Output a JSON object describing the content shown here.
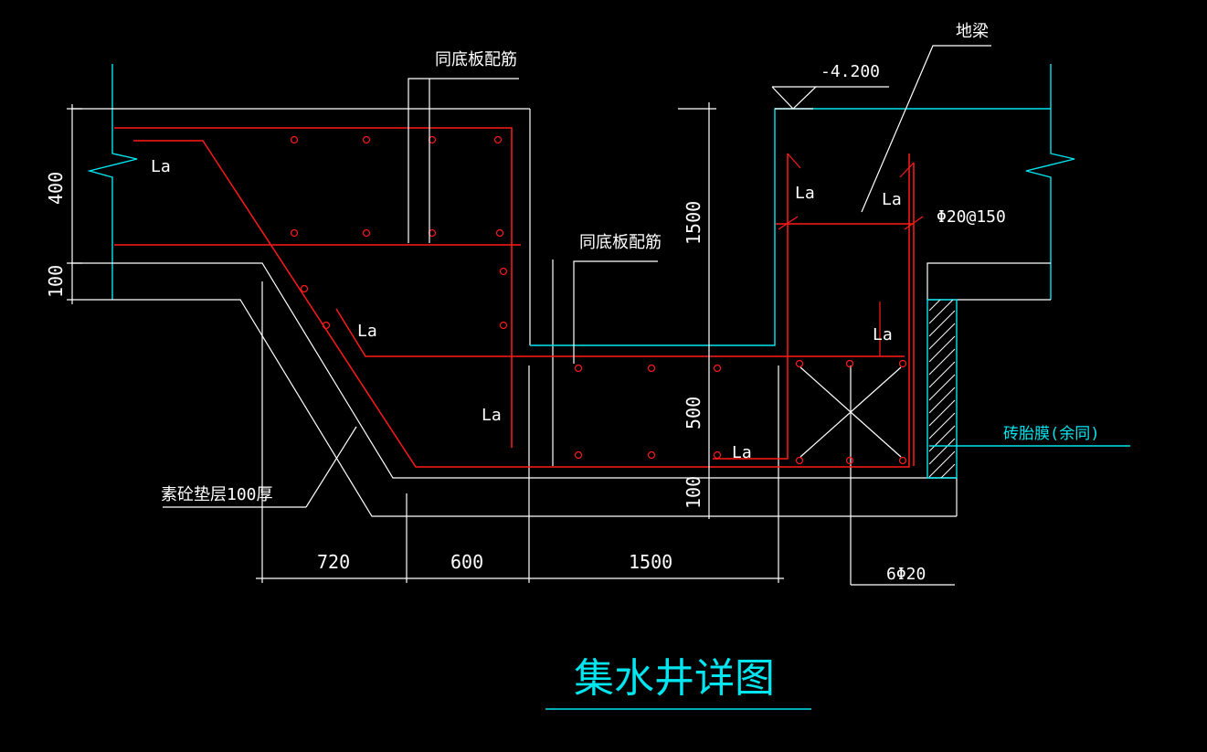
{
  "title": "集水井详图",
  "colors": {
    "background": "#000000",
    "outline": "#ffffff",
    "rebar": "#ff1a1a",
    "cyan_layer": "#00e5ef"
  },
  "labels": {
    "same_as_slab_top": "同底板配筋",
    "same_as_slab_mid": "同底板配筋",
    "ground_beam": "地梁",
    "elevation": "-4.200",
    "stirrup_spec": "Φ20@150",
    "brick_form": "砖胎膜(余同)",
    "plain_concrete_bed": "素砼垫层100厚",
    "corner_bars": "6Φ20",
    "anchor": "La"
  },
  "dimensions": {
    "left_vertical": [
      "400",
      "100"
    ],
    "mid_vertical": [
      "1500",
      "500",
      "100"
    ],
    "bottom_horizontal": [
      "720",
      "600",
      "1500"
    ]
  }
}
